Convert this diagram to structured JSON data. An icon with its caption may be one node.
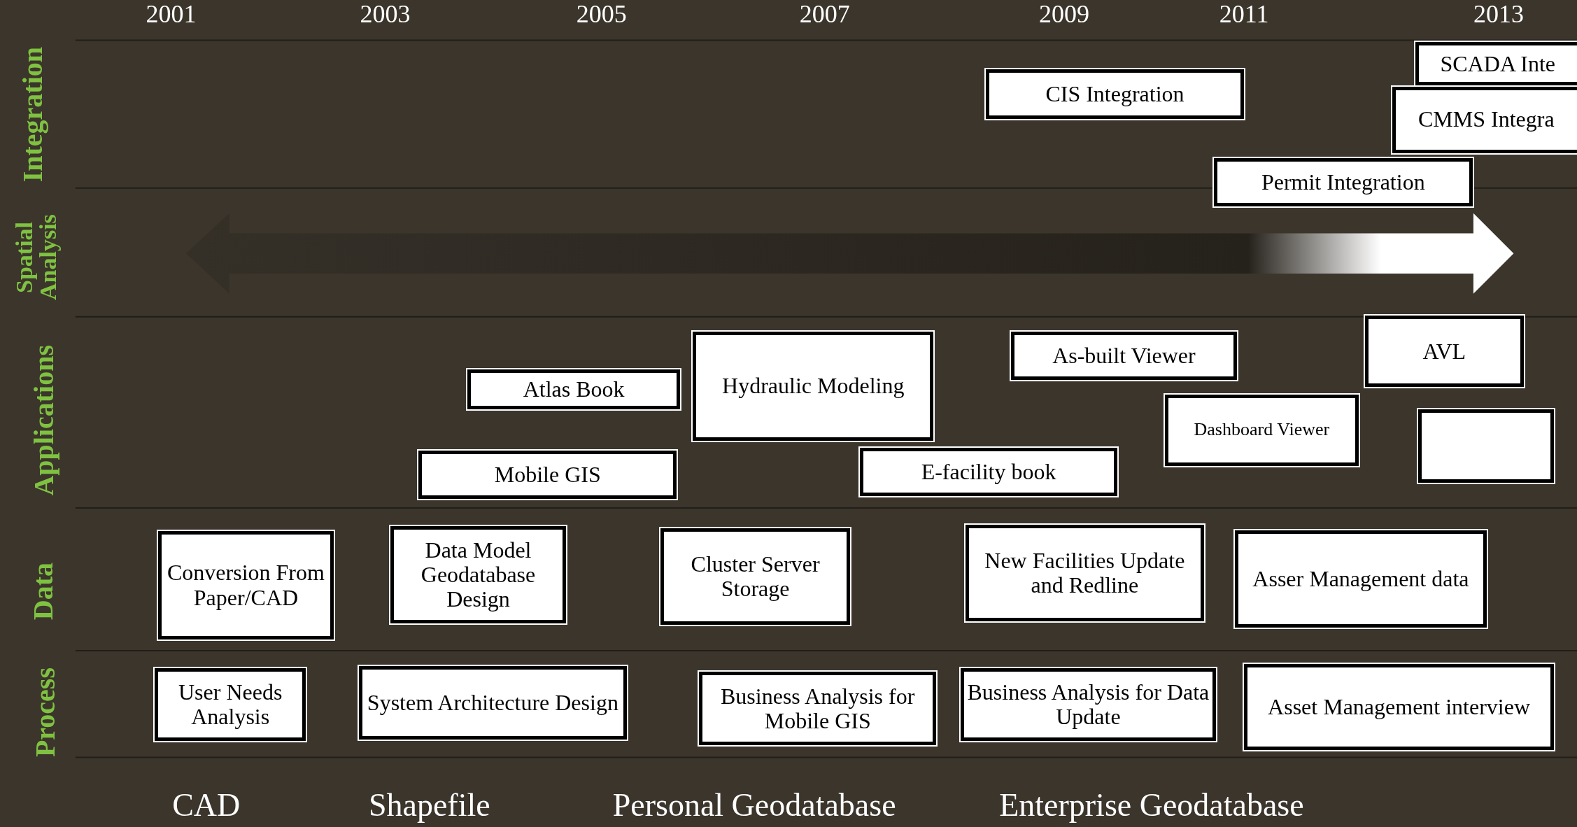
{
  "diagram": {
    "nodes": [
      {
        "text": [
          "CIS Integration"
        ]
      },
      {
        "text": [
          "SCADA Inte"
        ]
      },
      {
        "text": [
          "CMMS Integra"
        ]
      },
      {
        "text": [
          "Permit Integration"
        ]
      },
      {
        "text": [
          "Atlas Book"
        ]
      },
      {
        "text": [
          "Hydraulic Modeling"
        ]
      },
      {
        "text": [
          "As-built Viewer"
        ]
      },
      {
        "text": [
          "AVL"
        ]
      },
      {
        "text": [
          "Mobile GIS"
        ]
      },
      {
        "text": [
          "E-facility book"
        ]
      },
      {
        "text": [
          "Dashboard Viewer"
        ]
      },
      {
        "text": [],
        "shape": "box"
      },
      {
        "text": [
          "Conversion From Paper/CAD"
        ]
      },
      {
        "text": [
          "Data Model Geodatabase Design"
        ]
      },
      {
        "text": [
          "Cluster Server Storage"
        ]
      },
      {
        "text": [
          "New Facilities Update and Redline"
        ]
      },
      {
        "text": [
          "Asser Management data"
        ]
      },
      {
        "text": [
          "User Needs Analysis"
        ]
      },
      {
        "text": [
          "System Architecture Design"
        ]
      },
      {
        "text": [
          "Business Analysis for Mobile GIS"
        ]
      },
      {
        "text": [
          "Business Analysis for Data Update"
        ]
      },
      {
        "text": [
          "Asset Management interview"
        ]
      }
    ],
    "labels": [
      "2001",
      "2003",
      "2005",
      "2007",
      "2009",
      "2011",
      "2013",
      "Integration",
      "Spatial Analysis",
      "Applications",
      "Data",
      "Process",
      "CAD",
      "Shapefile",
      "Personal Geodatabase",
      "Enterprise Geodatabase"
    ]
  }
}
